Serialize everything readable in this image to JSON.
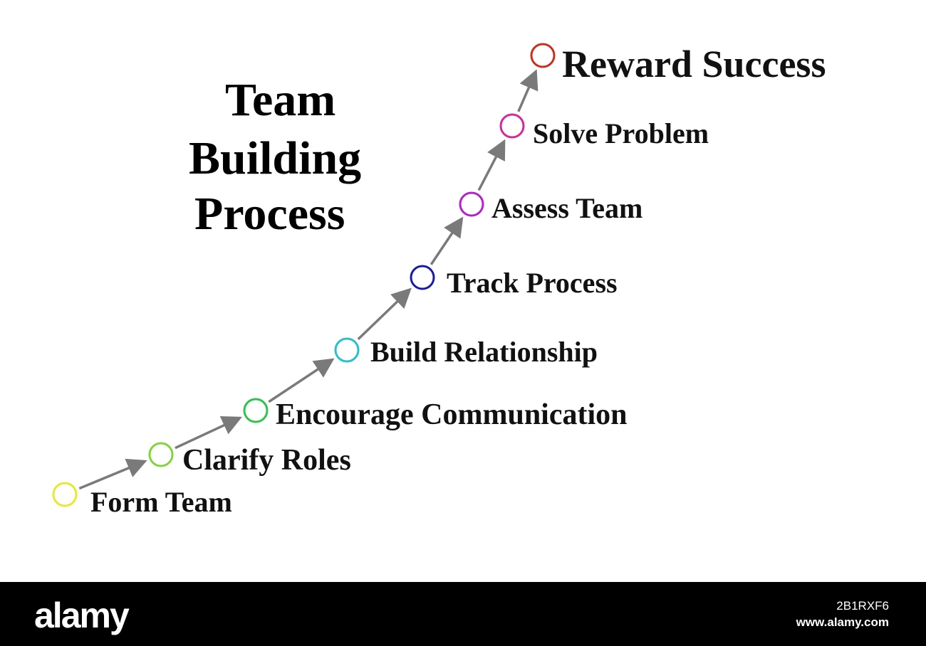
{
  "title": [
    "Team",
    "Building",
    "Process"
  ],
  "steps": [
    {
      "label": "Form Team",
      "color": "#e8e832"
    },
    {
      "label": "Clarify Roles",
      "color": "#7fd63a"
    },
    {
      "label": "Encourage Communication",
      "color": "#2cc44c"
    },
    {
      "label": "Build Relationship",
      "color": "#27c0cc"
    },
    {
      "label": "Track Process",
      "color": "#1a1aa8"
    },
    {
      "label": "Assess Team",
      "color": "#b322c8"
    },
    {
      "label": "Solve Problem",
      "color": "#d42a98"
    },
    {
      "label": "Reward Success",
      "color": "#c9301c"
    }
  ],
  "arrow_color": "#7a7a7a",
  "footer": {
    "brand": "alamy",
    "image_id": "2B1RXF6",
    "site_url": "www.alamy.com"
  }
}
